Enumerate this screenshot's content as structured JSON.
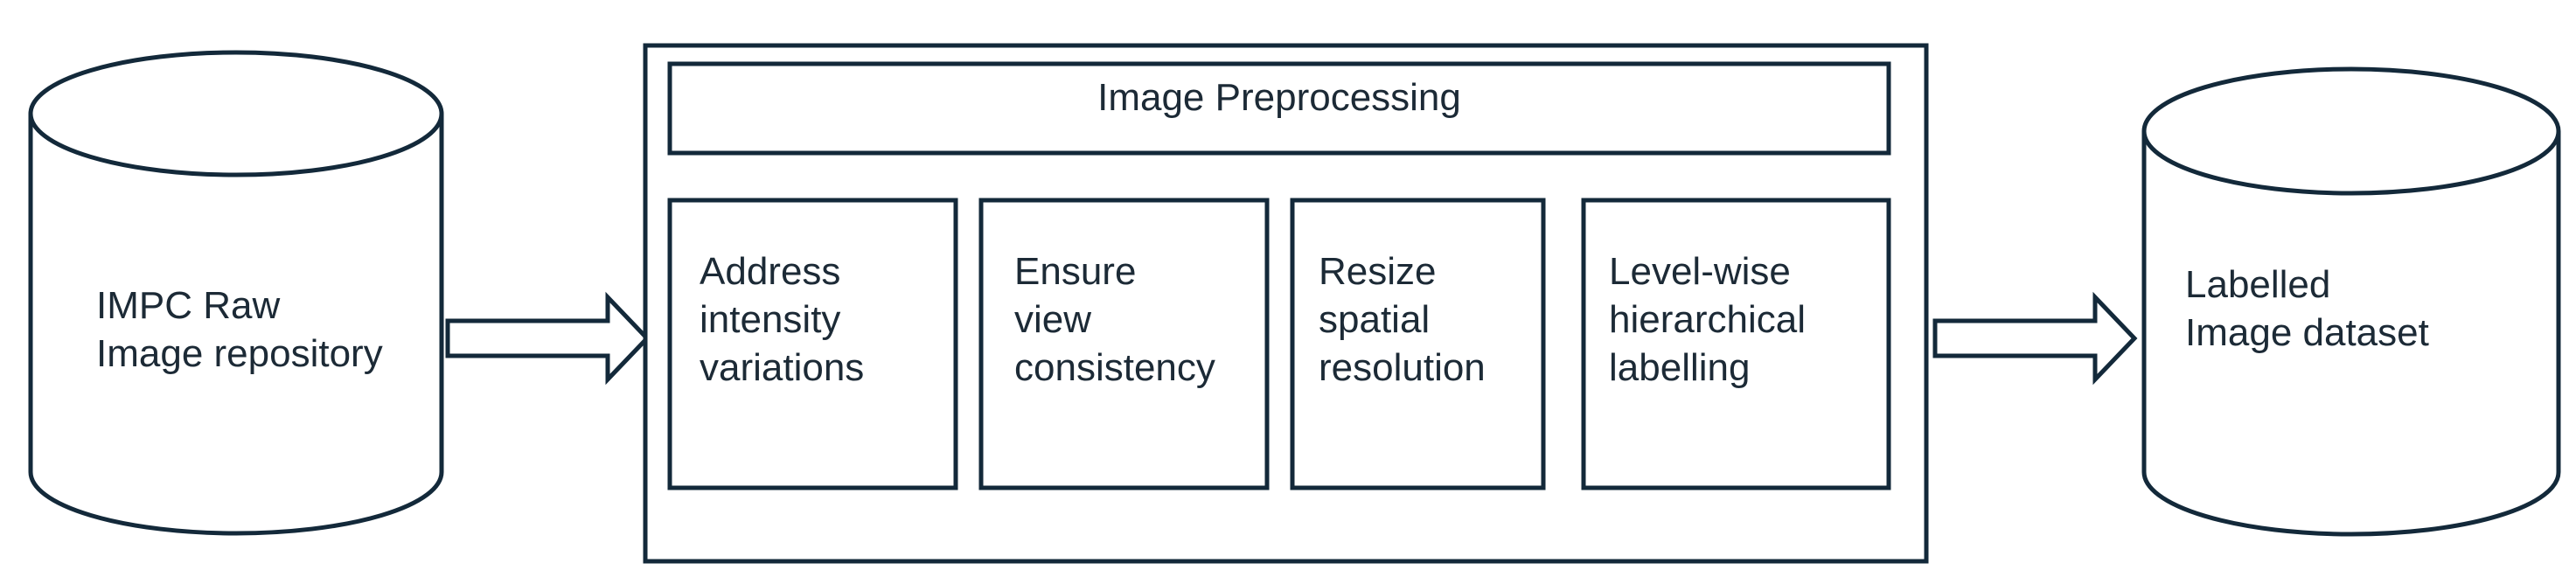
{
  "source": {
    "label": "IMPC Raw\nImage repository"
  },
  "preprocessing": {
    "title": "Image Preprocessing",
    "steps": [
      {
        "label": "Address\nintensity\nvariations"
      },
      {
        "label": "Ensure\nview\nconsistency"
      },
      {
        "label": "Resize\nspatial\nresolution"
      },
      {
        "label": "Level-wise\nhierarchical\nlabelling"
      }
    ]
  },
  "output": {
    "label": "Labelled\nImage dataset"
  }
}
